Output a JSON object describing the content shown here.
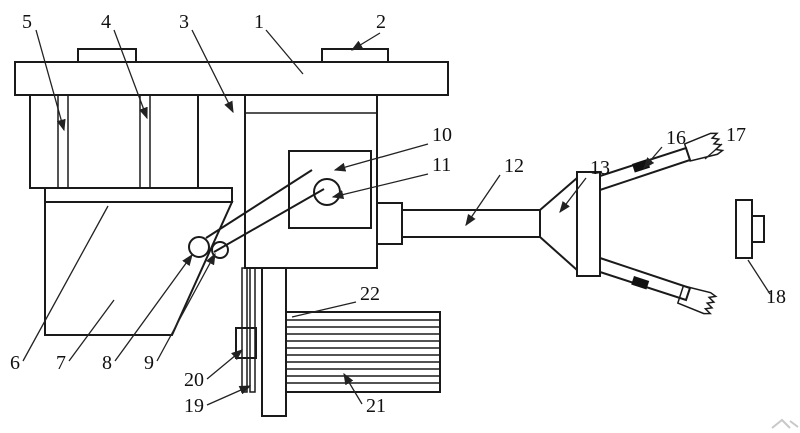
{
  "figure": {
    "background": "#ffffff",
    "line_color": "#1a1a1a",
    "label_color": "#111111",
    "labels": {
      "n1": "1",
      "n2": "2",
      "n3": "3",
      "n4": "4",
      "n5": "5",
      "n6": "6",
      "n7": "7",
      "n8": "8",
      "n9": "9",
      "n10": "10",
      "n11": "11",
      "n12": "12",
      "n13": "13",
      "n16": "16",
      "n17": "17",
      "n18": "18",
      "n19": "19",
      "n20": "20",
      "n21": "21",
      "n22": "22"
    }
  }
}
